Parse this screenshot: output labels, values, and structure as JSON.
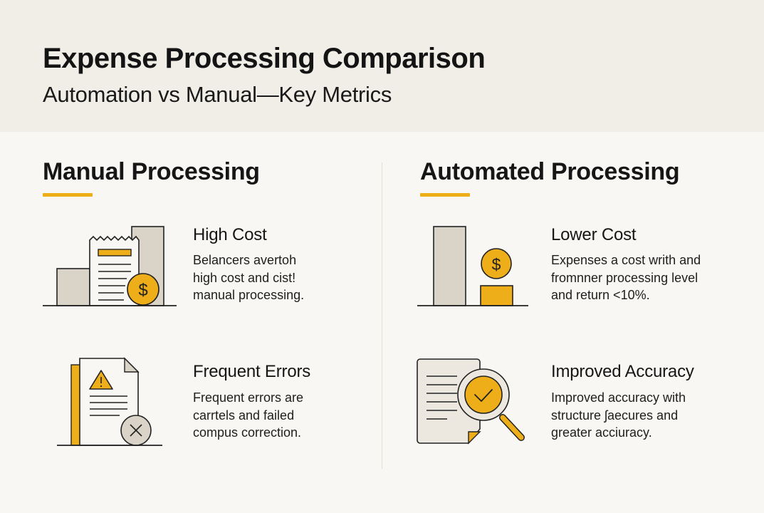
{
  "header": {
    "title": "Expense Processing Comparison",
    "subtitle": "Automation vs Manual—Key Metrics"
  },
  "colors": {
    "accent": "#eeae1a",
    "header_bg": "#f1eee8",
    "page_bg": "#f8f7f4",
    "neutral_fill": "#d9d3c8",
    "stroke": "#222222"
  },
  "columns": [
    {
      "title": "Manual Processing",
      "items": [
        {
          "icon": "receipt-cost-icon",
          "title": "High Cost",
          "desc_lines": [
            "Belancers avertoh",
            "high cost and cist!",
            "manual processing."
          ]
        },
        {
          "icon": "document-error-icon",
          "title": "Frequent Errors",
          "desc_lines": [
            "Frequent errors are",
            "carrtels and failed",
            "compus correction."
          ]
        }
      ]
    },
    {
      "title": "Automated Processing",
      "items": [
        {
          "icon": "lower-cost-bar-icon",
          "title": "Lower Cost",
          "desc_lines": [
            "Expenses a cost writh and",
            "fromnner processing level",
            "and return <10%."
          ]
        },
        {
          "icon": "document-magnifier-check-icon",
          "title": "Improved Accuracy",
          "desc_lines": [
            "Improved accuracy with",
            "structure ʃaecures and",
            "greater acciuracy."
          ]
        }
      ]
    }
  ]
}
